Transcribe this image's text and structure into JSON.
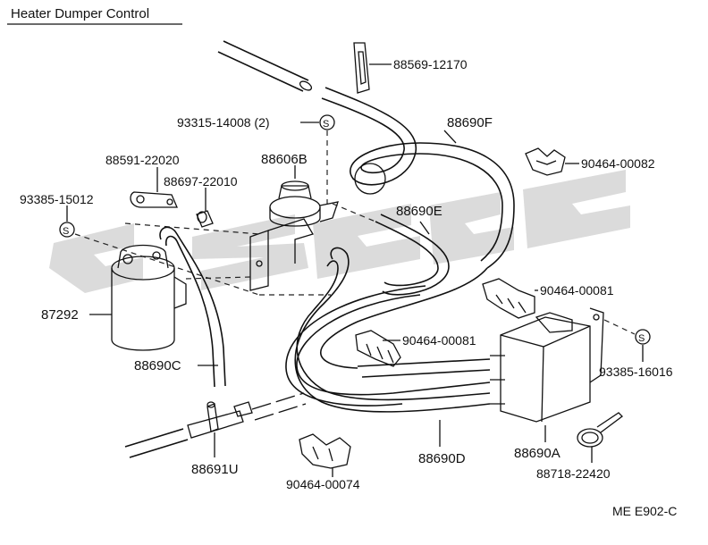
{
  "title": "Heater Dumper Control",
  "footer": "ME E902-C",
  "parts": {
    "p_88569_12170": "88569-12170",
    "p_93315_14008": "93315-14008 (2)",
    "p_88690F": "88690F",
    "p_90464_00082": "90464-00082",
    "p_88591_22020": "88591-22020",
    "p_88606B": "88606B",
    "p_88697_22010": "88697-22010",
    "p_93385_15012": "93385-15012",
    "p_88690E": "88690E",
    "p_90464_00081a": "90464-00081",
    "p_87292": "87292",
    "p_90464_00081b": "90464-00081",
    "p_93385_16016": "93385-16016",
    "p_88690C": "88690C",
    "p_88691U": "88691U",
    "p_88690D": "88690D",
    "p_88690A": "88690A",
    "p_88718_22420": "88718-22420",
    "p_90464_00074": "90464-00074"
  },
  "symbols": {
    "washer": "S"
  }
}
